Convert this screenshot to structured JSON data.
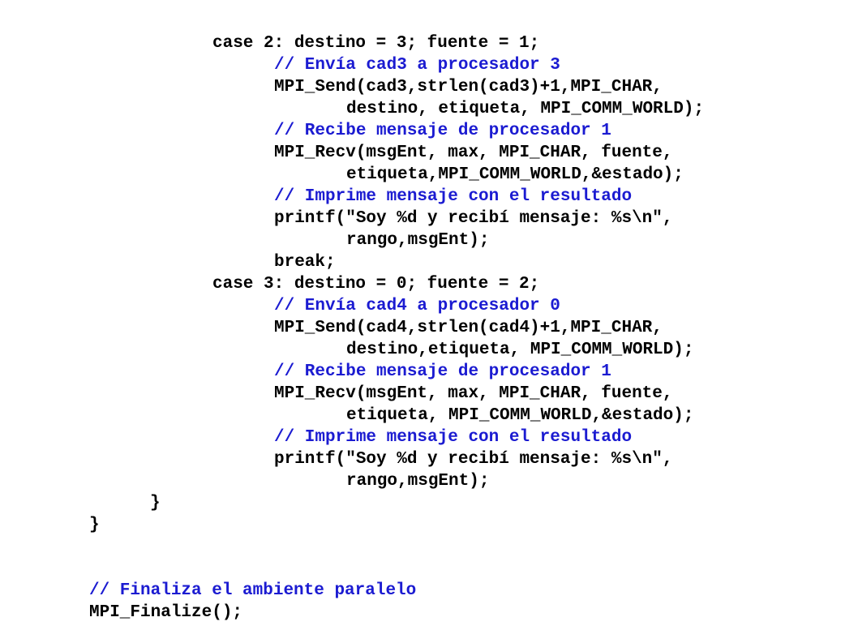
{
  "colors": {
    "code": "#000000",
    "comment": "#1b1bd1",
    "background": "#ffffff"
  },
  "lines": [
    {
      "text": "case 2: destino = 3; fuente = 1;",
      "kind": "code",
      "indent": 2
    },
    {
      "text": "// Envía cad3 a procesador 3",
      "kind": "comment",
      "indent": 3
    },
    {
      "text": "MPI_Send(cad3,strlen(cad3)+1,MPI_CHAR,",
      "kind": "code",
      "indent": 3
    },
    {
      "text": "destino, etiqueta, MPI_COMM_WORLD);",
      "kind": "code",
      "indent": 4
    },
    {
      "text": "// Recibe mensaje de procesador 1",
      "kind": "comment",
      "indent": 3
    },
    {
      "text": "MPI_Recv(msgEnt, max, MPI_CHAR, fuente,",
      "kind": "code",
      "indent": 3
    },
    {
      "text": "etiqueta,MPI_COMM_WORLD,&estado);",
      "kind": "code",
      "indent": 4
    },
    {
      "text": "// Imprime mensaje con el resultado",
      "kind": "comment",
      "indent": 3
    },
    {
      "text": "printf(\"Soy %d y recibí mensaje: %s\\n\",",
      "kind": "code",
      "indent": 3
    },
    {
      "text": "rango,msgEnt);",
      "kind": "code",
      "indent": 4
    },
    {
      "text": "break;",
      "kind": "code",
      "indent": 3
    },
    {
      "text": "case 3: destino = 0; fuente = 2;",
      "kind": "code",
      "indent": 2
    },
    {
      "text": "// Envía cad4 a procesador 0",
      "kind": "comment",
      "indent": 3
    },
    {
      "text": "MPI_Send(cad4,strlen(cad4)+1,MPI_CHAR,",
      "kind": "code",
      "indent": 3
    },
    {
      "text": "destino,etiqueta, MPI_COMM_WORLD);",
      "kind": "code",
      "indent": 4
    },
    {
      "text": "// Recibe mensaje de procesador 1",
      "kind": "comment",
      "indent": 3
    },
    {
      "text": "MPI_Recv(msgEnt, max, MPI_CHAR, fuente,",
      "kind": "code",
      "indent": 3
    },
    {
      "text": "etiqueta, MPI_COMM_WORLD,&estado);",
      "kind": "code",
      "indent": 4
    },
    {
      "text": "// Imprime mensaje con el resultado",
      "kind": "comment",
      "indent": 3
    },
    {
      "text": "printf(\"Soy %d y recibí mensaje: %s\\n\",",
      "kind": "code",
      "indent": 3
    },
    {
      "text": "rango,msgEnt);",
      "kind": "code",
      "indent": 4
    },
    {
      "text": "}",
      "kind": "code",
      "indent": 1
    },
    {
      "text": "}",
      "kind": "code",
      "indent": 0
    },
    {
      "text": "",
      "kind": "blank",
      "indent": 0
    },
    {
      "text": "",
      "kind": "blank",
      "indent": 0
    },
    {
      "text": "// Finaliza el ambiente paralelo",
      "kind": "comment",
      "indent": 0
    },
    {
      "text": "MPI_Finalize();",
      "kind": "code",
      "indent": 0
    }
  ]
}
